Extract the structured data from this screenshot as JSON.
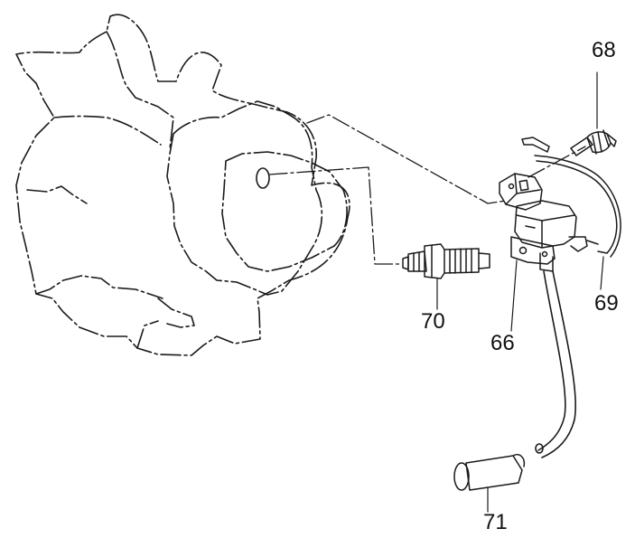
{
  "diagram": {
    "callouts": [
      {
        "id": "68",
        "label": "68",
        "part": "clamp"
      },
      {
        "id": "69",
        "label": "69",
        "part": "ground-wire"
      },
      {
        "id": "70",
        "label": "70",
        "part": "spark-plug"
      },
      {
        "id": "66",
        "label": "66",
        "part": "ignition-coil"
      },
      {
        "id": "71",
        "label": "71",
        "part": "spark-plug-cap"
      }
    ],
    "colors": {
      "line": "#1a1a1a",
      "background": "#ffffff"
    }
  }
}
